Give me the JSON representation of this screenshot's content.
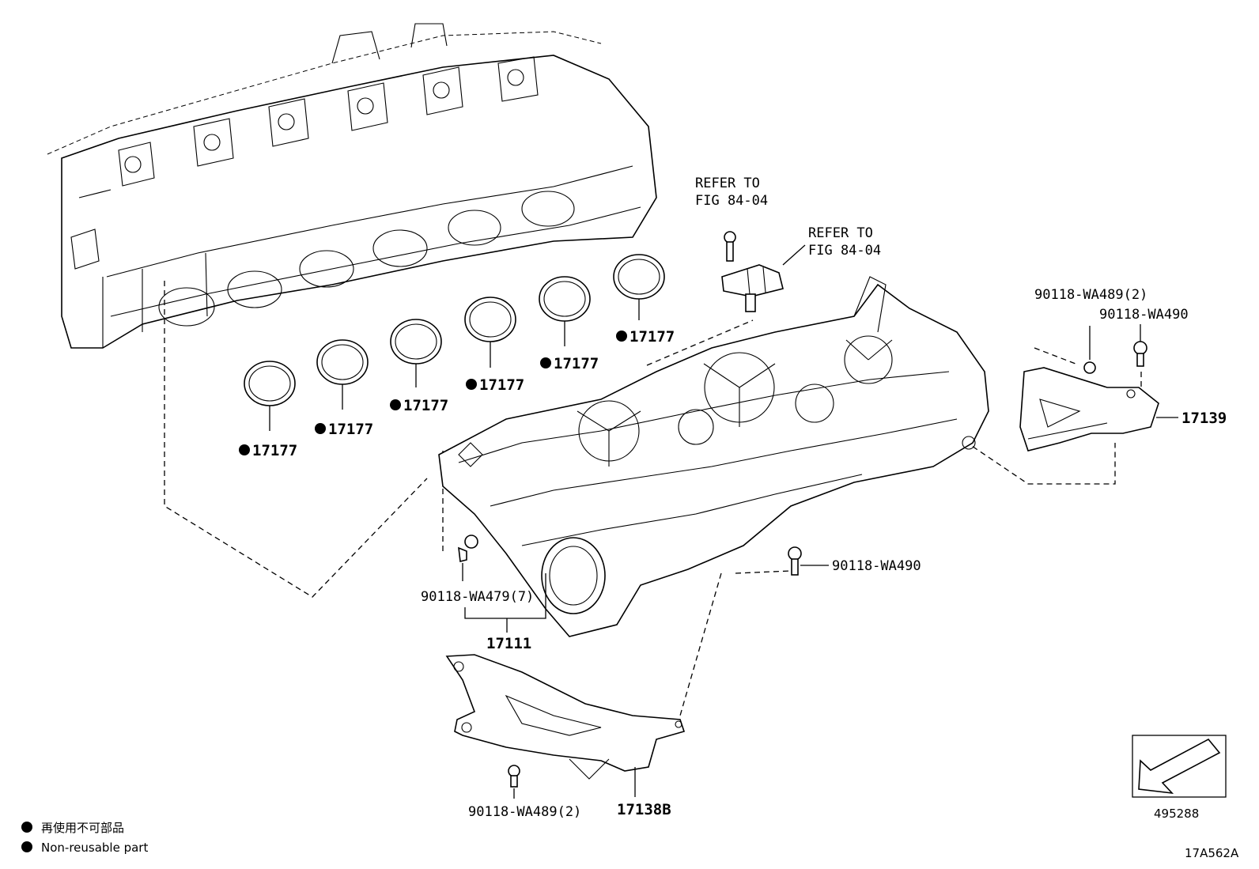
{
  "labels": {
    "refer_a_line1": "REFER TO",
    "refer_a_line2": "FIG 84-04",
    "refer_b_line1": "REFER TO",
    "refer_b_line2": "FIG 84-04",
    "gasket_part": "17177",
    "bolt_wa489_bracket": "90118-WA489(2)",
    "bolt_wa490_bracket": "90118-WA490",
    "bracket_rear": "17139",
    "bolt_wa490_manifold": "90118-WA490",
    "bolt_wa479": "90118-WA479(7)",
    "manifold": "17111",
    "bolt_wa489_lower": "90118-WA489(2)",
    "bracket_lower": "17138B",
    "view_code": "495288",
    "figure_code": "17A562A"
  },
  "legend": {
    "japanese": "再使用不可部品",
    "english": "Non-reusable part"
  }
}
